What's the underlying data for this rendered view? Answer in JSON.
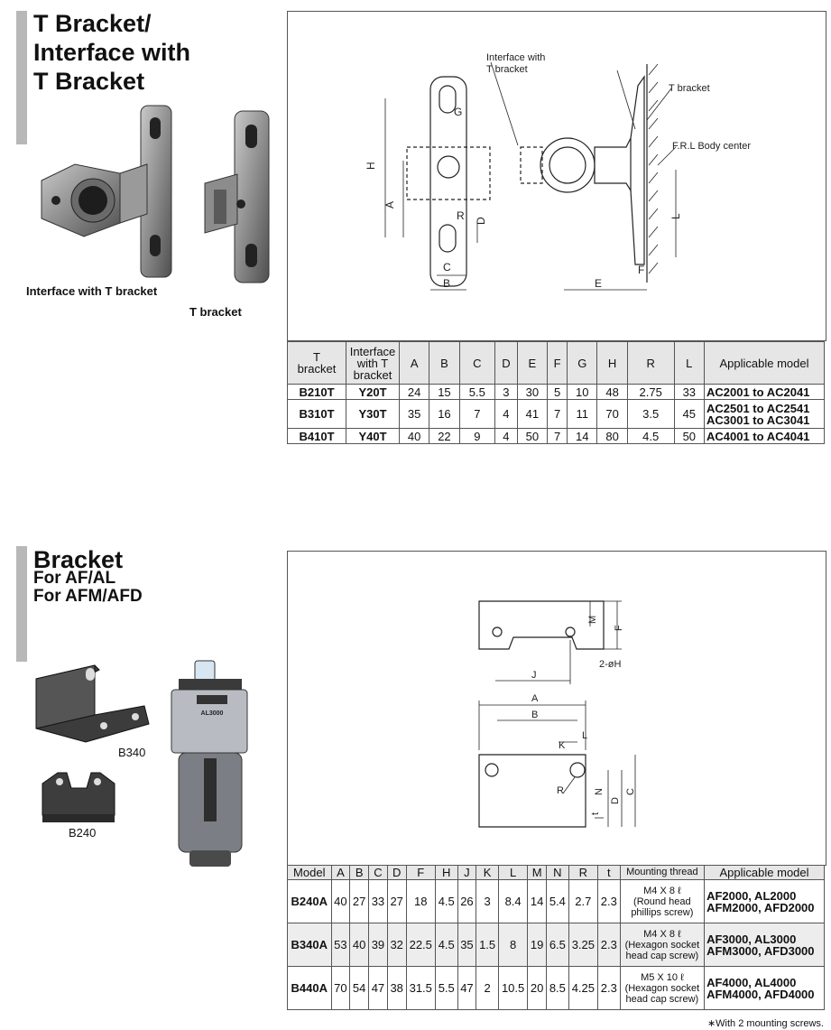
{
  "section1": {
    "title": "T Bracket/\nInterface with\nT Bracket",
    "photo_label_interface": "Interface with T bracket",
    "photo_label_t": "T bracket",
    "diagram": {
      "callout_interface": "Interface with\nT bracket",
      "callout_t": "T bracket",
      "callout_body": "F.R.L Body center",
      "dims": [
        "H",
        "A",
        "G",
        "R",
        "D",
        "C",
        "B",
        "L",
        "F",
        "E"
      ]
    },
    "table": {
      "headers": [
        "T\nbracket",
        "Interface\nwith T\nbracket",
        "A",
        "B",
        "C",
        "D",
        "E",
        "F",
        "G",
        "H",
        "R",
        "L",
        "Applicable model"
      ],
      "rows": [
        [
          "B210T",
          "Y20T",
          "24",
          "15",
          "5.5",
          "3",
          "30",
          "5",
          "10",
          "48",
          "2.75",
          "33",
          "AC2001 to AC2041"
        ],
        [
          "B310T",
          "Y30T",
          "35",
          "16",
          "7",
          "4",
          "41",
          "7",
          "11",
          "70",
          "3.5",
          "45",
          "AC2501 to AC2541\nAC3001 to AC3041"
        ],
        [
          "B410T",
          "Y40T",
          "40",
          "22",
          "9",
          "4",
          "50",
          "7",
          "14",
          "80",
          "4.5",
          "50",
          "AC4001 to AC4041"
        ]
      ]
    }
  },
  "section2": {
    "title": "Bracket",
    "subtitle": "For AF/AL\nFor AFM/AFD",
    "photo_label_b340": "B340",
    "photo_label_b240": "B240",
    "product_model": "AL3000",
    "diagram": {
      "dims_top": [
        "M",
        "F",
        "2-øH",
        "J"
      ],
      "dims_bottom": [
        "A",
        "B",
        "L",
        "K",
        "R",
        "N",
        "D",
        "C",
        "t"
      ]
    },
    "table": {
      "headers": [
        "Model",
        "A",
        "B",
        "C",
        "D",
        "F",
        "H",
        "J",
        "K",
        "L",
        "M",
        "N",
        "R",
        "t",
        "Mounting thread",
        "Applicable model"
      ],
      "rows": [
        [
          "B240A",
          "40",
          "27",
          "33",
          "27",
          "18",
          "4.5",
          "26",
          "3",
          "8.4",
          "14",
          "5.4",
          "2.7",
          "2.3",
          "M4 X 8 ℓ\n(Round head\nphillips screw)",
          "AF2000, AL2000\nAFM2000, AFD2000"
        ],
        [
          "B340A",
          "53",
          "40",
          "39",
          "32",
          "22.5",
          "4.5",
          "35",
          "1.5",
          "8",
          "19",
          "6.5",
          "3.25",
          "2.3",
          "M4 X 8 ℓ\n(Hexagon socket\nhead cap screw)",
          "AF3000, AL3000\nAFM3000, AFD3000"
        ],
        [
          "B440A",
          "70",
          "54",
          "47",
          "38",
          "31.5",
          "5.5",
          "47",
          "2",
          "10.5",
          "20",
          "8.5",
          "4.25",
          "2.3",
          "M5 X 10 ℓ\n(Hexagon socket\nhead cap screw)",
          "AF4000, AL4000\nAFM4000, AFD4000"
        ]
      ]
    },
    "footnote": "∗With 2 mounting screws."
  }
}
